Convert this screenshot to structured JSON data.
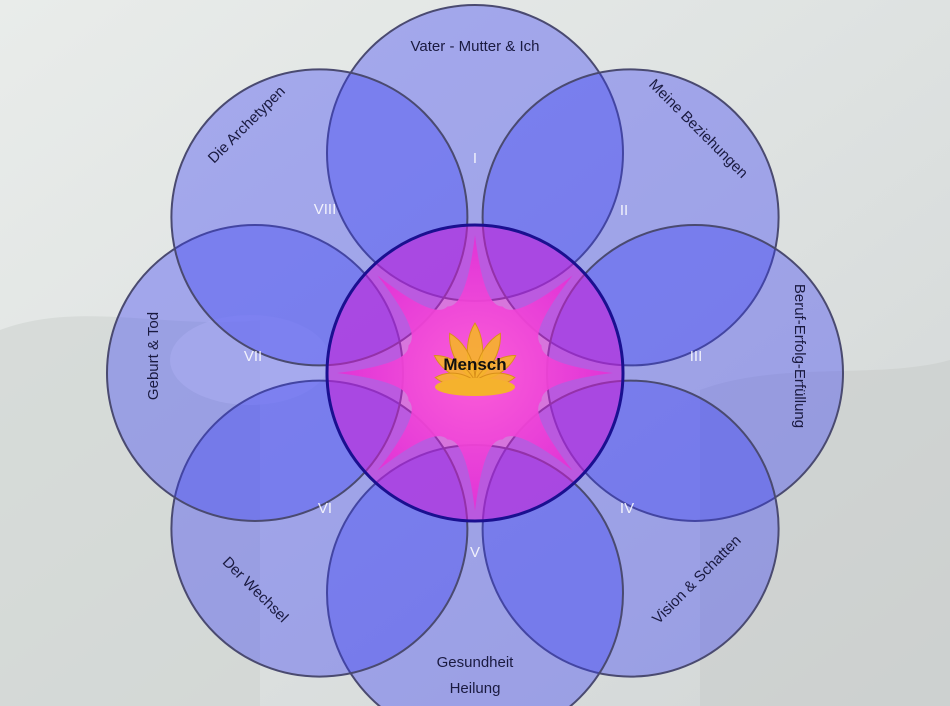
{
  "colors": {
    "circle_fill": "#3b3ff5",
    "circle_stroke": "#4a4a70",
    "center_fill": "#d11dd8",
    "center_stroke": "#1a1090",
    "core_fill": "#ff35d0",
    "lotus": "#f5b22d"
  },
  "center": {
    "label": "Mensch",
    "icon": "lotus-icon"
  },
  "petals": [
    {
      "numeral": "I",
      "label": "Vater - Mutter & Ich",
      "label_color": "#111111"
    },
    {
      "numeral": "II",
      "label": "Meine Beziehungen",
      "label_color": "#111111"
    },
    {
      "numeral": "III",
      "label": "Beruf-Erfolg-Erfüllung",
      "label_color": "#111111"
    },
    {
      "numeral": "IV",
      "label": "Vision & Schatten",
      "label_color": "#111111"
    },
    {
      "numeral": "V",
      "label_lines": [
        "Gesundheit",
        "Heilung"
      ],
      "label_color": "#111111"
    },
    {
      "numeral": "VI",
      "label": "Der Wechsel",
      "label_color": "#1a1a8a"
    },
    {
      "numeral": "VII",
      "label": "Geburt & Tod",
      "label_color": "#111111"
    },
    {
      "numeral": "VIII",
      "label": "Die Archetypen",
      "label_color": "#111111"
    }
  ]
}
